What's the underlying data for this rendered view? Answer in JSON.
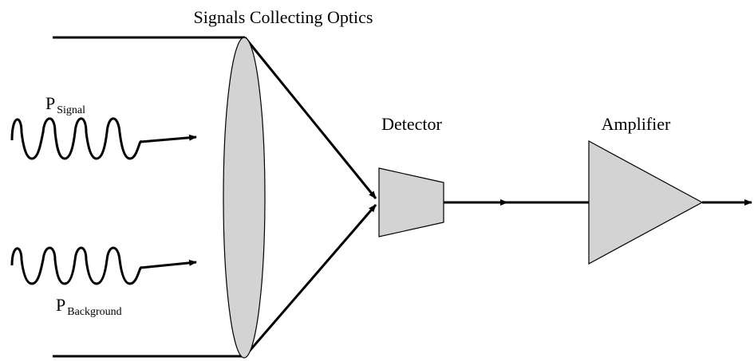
{
  "title": "Signals Collecting Optics",
  "detector_label": "Detector",
  "amplifier_label": "Amplifier",
  "signal_input": {
    "symbol": "P",
    "subscript": "Signal"
  },
  "background_input": {
    "symbol": "P",
    "subscript": "Background"
  },
  "colors": {
    "fill": "#d3d3d3",
    "stroke": "#000000"
  },
  "icons": [
    "lens-icon",
    "detector-icon",
    "amplifier-icon",
    "arrow-icon",
    "wave-icon"
  ]
}
